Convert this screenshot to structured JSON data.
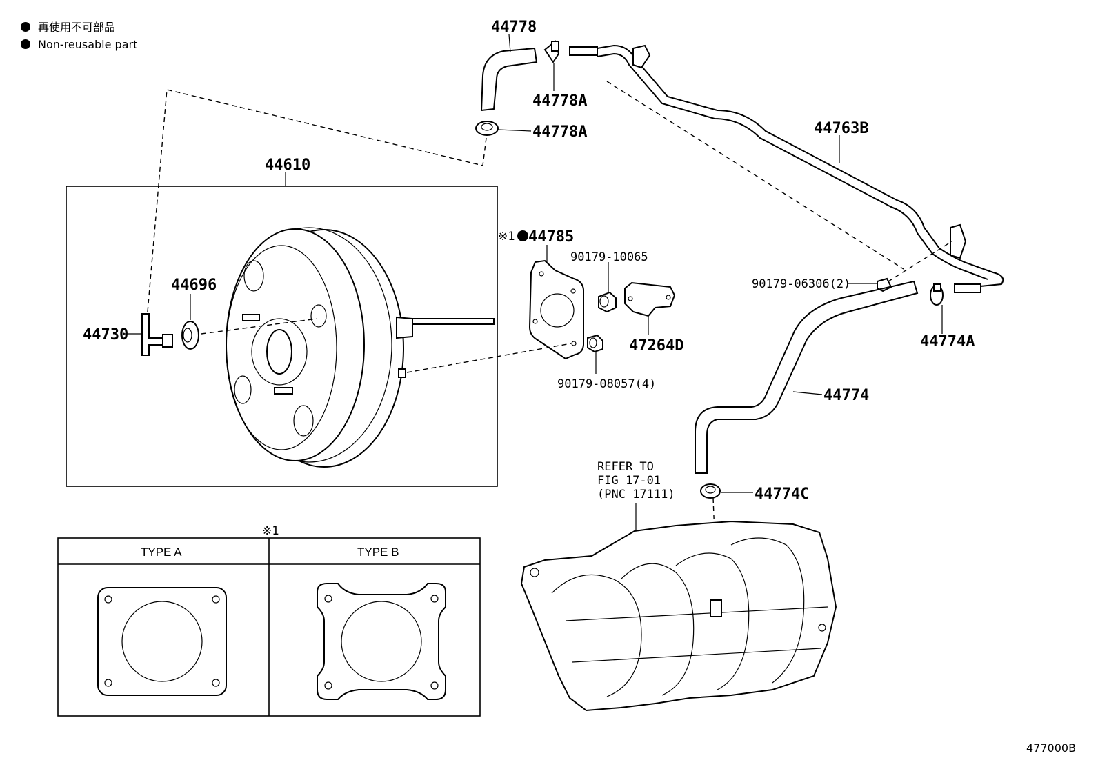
{
  "legend": {
    "line_jp": "再使用不可部品",
    "line_en": "Non-reusable part"
  },
  "parts": {
    "p44778": "44778",
    "p44778A_top": "44778A",
    "p44778A_mid": "44778A",
    "p44763B": "44763B",
    "p44610": "44610",
    "p44785": "44785",
    "p44785_prefix": "※1",
    "p90179_10065": "90179-10065",
    "p90179_06306": "90179-06306(2)",
    "p44696": "44696",
    "p44730": "44730",
    "p47264D": "47264D",
    "p44774A": "44774A",
    "p90179_08057": "90179-08057(4)",
    "p44774": "44774",
    "p44774C": "44774C"
  },
  "refer": {
    "line1": "REFER TO",
    "line2": "FIG 17-01",
    "line3": "(PNC 17111)"
  },
  "gasket_table": {
    "marker": "※1",
    "type_a": "TYPE A",
    "type_b": "TYPE B"
  },
  "figure_number": "477000B"
}
